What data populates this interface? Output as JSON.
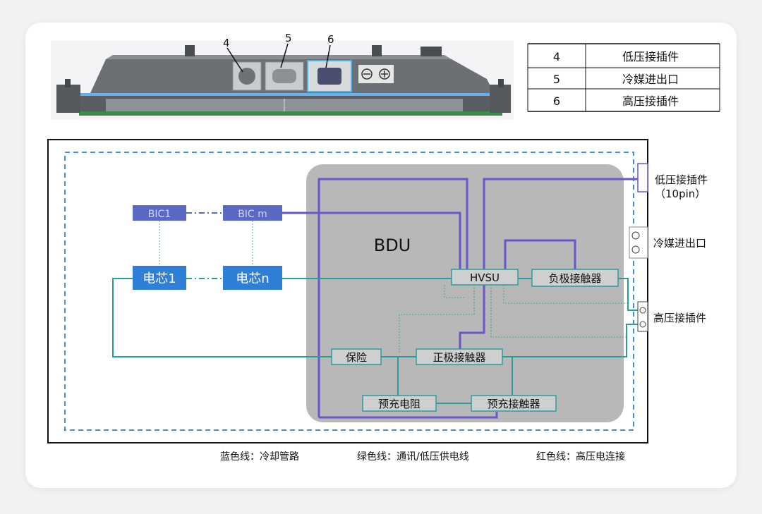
{
  "pack_image": {
    "callouts": [
      "4",
      "5",
      "6"
    ]
  },
  "parts_table": [
    {
      "num": "4",
      "name": "低压接插件"
    },
    {
      "num": "5",
      "name": "冷媒进出口"
    },
    {
      "num": "6",
      "name": "高压接插件"
    }
  ],
  "diagram": {
    "bdu_label": "BDU",
    "bic1": "BIC1",
    "bicm": "BIC m",
    "cell1": "电芯1",
    "celln": "电芯n",
    "hvsu": "HVSU",
    "neg_contactor": "负极接触器",
    "pos_contactor": "正极接触器",
    "fuse": "保险",
    "precharge_resistor": "预充电阻",
    "precharge_contactor": "预充接触器",
    "lv_connector_line1": "低压接插件",
    "lv_connector_line2": "（10pin）",
    "coolant_port": "冷媒进出口",
    "hv_connector": "高压接插件"
  },
  "legend": {
    "blue": "蓝色线：冷却管路",
    "green": "绿色线：通讯/低压供电线",
    "red": "红色线：高压电连接"
  },
  "colors": {
    "bic_box": "#5b68c4",
    "cell_box": "#2f7fd8",
    "bdu_bg": "#b8b8b8",
    "teal_line": "#2a9d9d",
    "purple_line": "#6a56c8",
    "cooling_dash": "#3f8fd8"
  }
}
